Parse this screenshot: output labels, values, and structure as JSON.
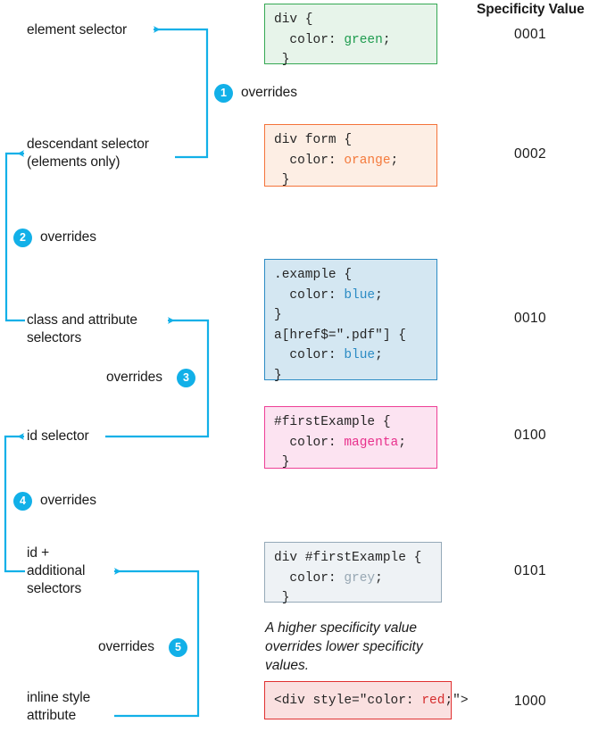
{
  "header": {
    "specificity_value_label": "Specificity Value"
  },
  "accent_color": "#12b0e8",
  "selectors": [
    {
      "name": "element-selector",
      "label": "element selector"
    },
    {
      "name": "descendant-selector",
      "label": "descendant selector\n(elements only)"
    },
    {
      "name": "class-attribute-selectors",
      "label": "class and attribute\nselectors"
    },
    {
      "name": "id-selector",
      "label": "id selector"
    },
    {
      "name": "id-additional-selectors",
      "label": "id +\nadditional\nselectors"
    },
    {
      "name": "inline-style-attribute",
      "label": "inline style\nattribute"
    }
  ],
  "overrides": [
    {
      "number": "1",
      "label": "overrides"
    },
    {
      "number": "2",
      "label": "overrides"
    },
    {
      "number": "3",
      "label": "overrides"
    },
    {
      "number": "4",
      "label": "overrides"
    },
    {
      "number": "5",
      "label": "overrides"
    }
  ],
  "code_blocks": [
    {
      "name": "element-selector-code",
      "lines": [
        [
          {
            "t": "div {",
            "c": "plain"
          }
        ],
        [
          {
            "t": "  color: ",
            "c": "plain"
          },
          {
            "t": "green",
            "c": "value"
          },
          {
            "t": ";",
            "c": "plain"
          }
        ],
        [
          {
            "t": " }",
            "c": "plain"
          }
        ]
      ],
      "bg": "#e7f4ea",
      "border": "#35a853",
      "value_color": "#1f9c4f",
      "specificity": "0001"
    },
    {
      "name": "descendant-selector-code",
      "lines": [
        [
          {
            "t": "div form {",
            "c": "plain"
          }
        ],
        [
          {
            "t": "  color: ",
            "c": "plain"
          },
          {
            "t": "orange",
            "c": "value"
          },
          {
            "t": ";",
            "c": "plain"
          }
        ],
        [
          {
            "t": " }",
            "c": "plain"
          }
        ]
      ],
      "bg": "#fdeee4",
      "border": "#f4733a",
      "value_color": "#f47a3c",
      "specificity": "0002"
    },
    {
      "name": "class-attribute-selectors-code",
      "lines": [
        [
          {
            "t": ".example {",
            "c": "plain"
          }
        ],
        [
          {
            "t": "  color: ",
            "c": "plain"
          },
          {
            "t": "blue",
            "c": "value"
          },
          {
            "t": ";",
            "c": "plain"
          }
        ],
        [
          {
            "t": "}",
            "c": "plain"
          }
        ],
        [
          {
            "t": "a[href$=\".pdf\"] {",
            "c": "plain"
          }
        ],
        [
          {
            "t": "  color: ",
            "c": "plain"
          },
          {
            "t": "blue",
            "c": "value"
          },
          {
            "t": ";",
            "c": "plain"
          }
        ],
        [
          {
            "t": "}",
            "c": "plain"
          }
        ]
      ],
      "bg": "#d4e7f2",
      "border": "#2b8bc4",
      "value_color": "#2b8bc4",
      "specificity": "0010"
    },
    {
      "name": "id-selector-code",
      "lines": [
        [
          {
            "t": "#firstExample {",
            "c": "plain"
          }
        ],
        [
          {
            "t": "  color: ",
            "c": "plain"
          },
          {
            "t": "magenta",
            "c": "value"
          },
          {
            "t": ";",
            "c": "plain"
          }
        ],
        [
          {
            "t": " }",
            "c": "plain"
          }
        ]
      ],
      "bg": "#fce3f1",
      "border": "#ee3f96",
      "value_color": "#e8308c",
      "specificity": "0100"
    },
    {
      "name": "id-additional-selectors-code",
      "lines": [
        [
          {
            "t": "div #firstExample {",
            "c": "plain"
          }
        ],
        [
          {
            "t": "  color: ",
            "c": "plain"
          },
          {
            "t": "grey",
            "c": "value"
          },
          {
            "t": ";",
            "c": "plain"
          }
        ],
        [
          {
            "t": " }",
            "c": "plain"
          }
        ]
      ],
      "bg": "#eef2f5",
      "border": "#95a9b8",
      "value_color": "#97a7b3",
      "specificity": "0101"
    },
    {
      "name": "inline-style-attribute-code",
      "lines": [
        [
          {
            "t": "<div style=\"color: ",
            "c": "plain"
          },
          {
            "t": "red",
            "c": "value"
          },
          {
            "t": ";\">",
            "c": "plain"
          }
        ]
      ],
      "bg": "#fae0e0",
      "border": "#e03030",
      "value_color": "#d52b2b",
      "specificity": "1000"
    }
  ],
  "note": {
    "text": "A higher specificity value\noverrides lower specificity\nvalues."
  }
}
